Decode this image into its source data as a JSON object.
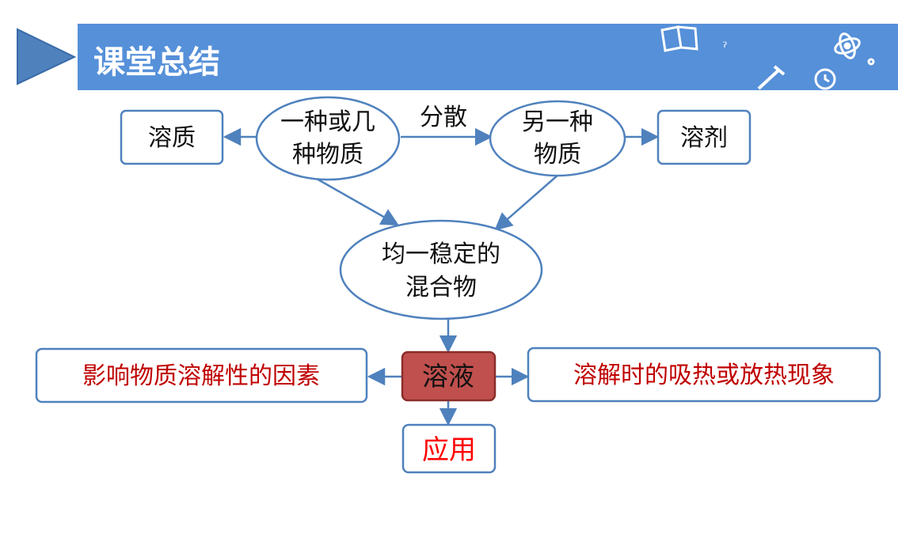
{
  "header": {
    "title": "课堂总结",
    "bar_color": "#5590D9",
    "triangle_color": "#4F81BD",
    "decor_icons": [
      "book-icon",
      "atom-icon",
      "test-tube-icon",
      "alarm-clock-icon"
    ]
  },
  "colors": {
    "line": "#4F81BD",
    "node_text": "#111111",
    "highlight_fill": "#C0504D",
    "highlight_border": "#8B2D2A",
    "red_text": "#C00000",
    "app_text": "#FF0000"
  },
  "diagram": {
    "solute": "溶质",
    "one_or_more_line1": "一种或几",
    "one_or_more_line2": "种物质",
    "disperse": "分散",
    "another_line1": "另一种",
    "another_line2": "物质",
    "solvent": "溶剂",
    "mixture_line1": "均一稳定的",
    "mixture_line2": "混合物",
    "solution": "溶液",
    "factors": "影响物质溶解性的因素",
    "heat": "溶解时的吸热或放热现象",
    "application": "应用"
  }
}
